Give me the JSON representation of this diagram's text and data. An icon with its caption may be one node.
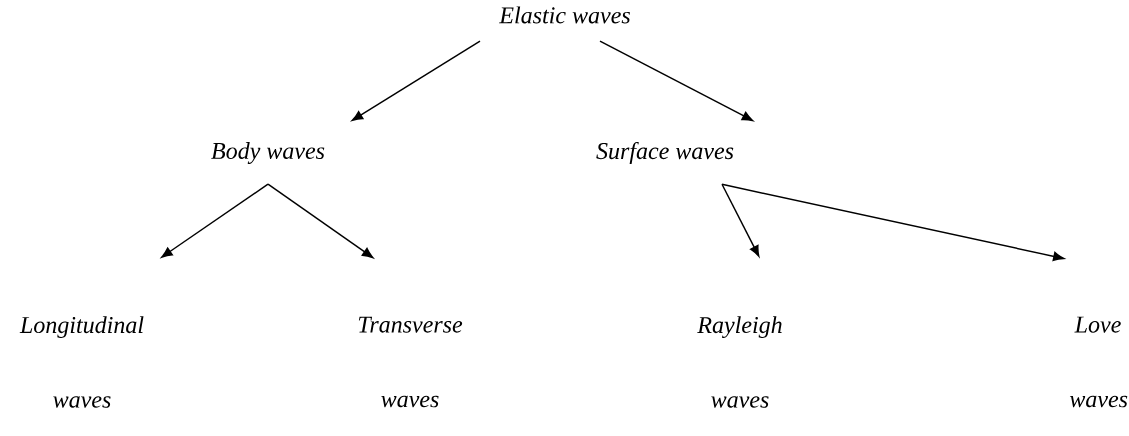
{
  "diagram": {
    "nodes": [
      {
        "text": [
          "Elastic waves"
        ]
      },
      {
        "text": [
          "Body waves"
        ]
      },
      {
        "text": [
          "Surface waves"
        ]
      },
      {
        "text": [
          "Longitudinal waves"
        ]
      },
      {
        "text": [
          "Transverse waves"
        ]
      },
      {
        "text": [
          "Rayleigh waves"
        ]
      },
      {
        "text": [
          "Love waves"
        ]
      }
    ],
    "edges": [
      {
        "from": 0,
        "to": 1,
        "arrow": "to"
      },
      {
        "from": 0,
        "to": 2,
        "arrow": "to"
      },
      {
        "from": 1,
        "to": 3,
        "arrow": "to"
      },
      {
        "from": 1,
        "to": 4,
        "arrow": "to"
      },
      {
        "from": 2,
        "to": 5,
        "arrow": "to"
      },
      {
        "from": 2,
        "to": 6,
        "arrow": "to"
      }
    ]
  }
}
